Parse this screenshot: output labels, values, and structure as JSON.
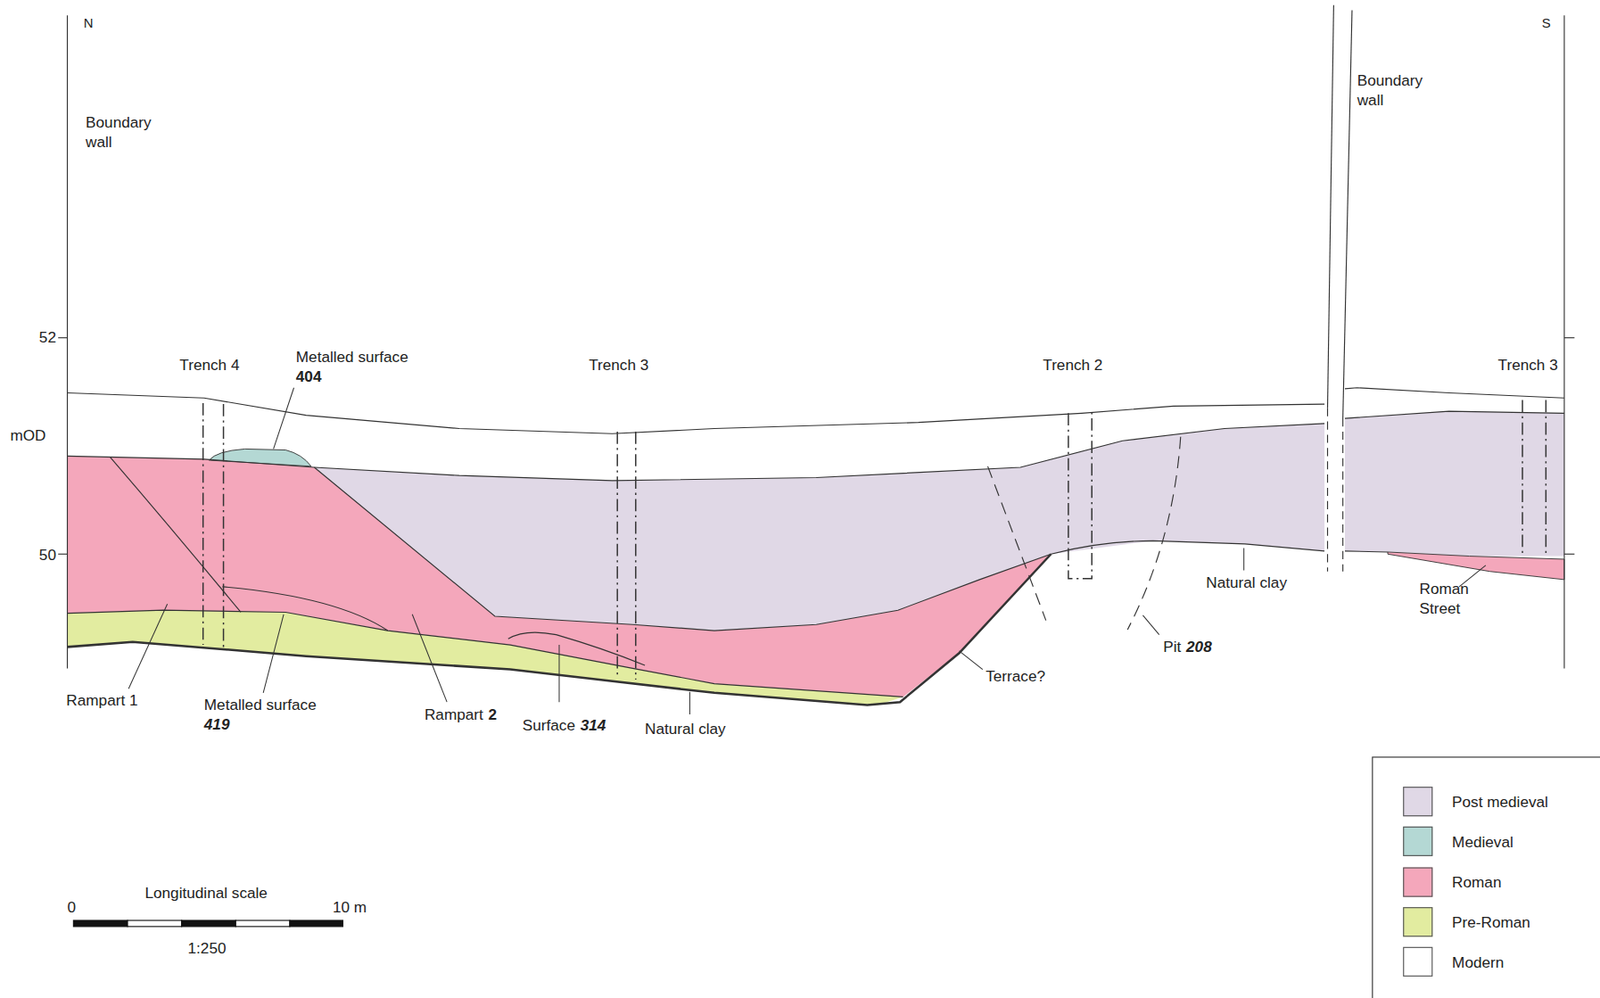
{
  "diagram": {
    "labels": [
      "N",
      "S",
      "Boundary wall",
      "Boundary wall",
      "52",
      "mOD",
      "50",
      "Trench 4",
      "Metalled surface",
      "404",
      "Trench 3",
      "Trench 2",
      "Trench 3",
      "Rampart 1",
      "Metalled surface",
      "419",
      "Rampart",
      "2",
      "Surface",
      "314",
      "Natural clay",
      "Terrace?",
      "Pit",
      "208",
      "Natural clay",
      "Roman Street",
      "Longitudinal scale",
      "0",
      "10 m",
      "1:250"
    ],
    "legend": [
      {
        "text": "Post medieval",
        "color": "#e0d8e6"
      },
      {
        "text": "Medieval",
        "color": "#b4d8d4"
      },
      {
        "text": "Roman",
        "color": "#f4a7bb"
      },
      {
        "text": "Pre-Roman",
        "color": "#e2eca0"
      },
      {
        "text": "Modern",
        "color": "#ffffff"
      }
    ]
  }
}
